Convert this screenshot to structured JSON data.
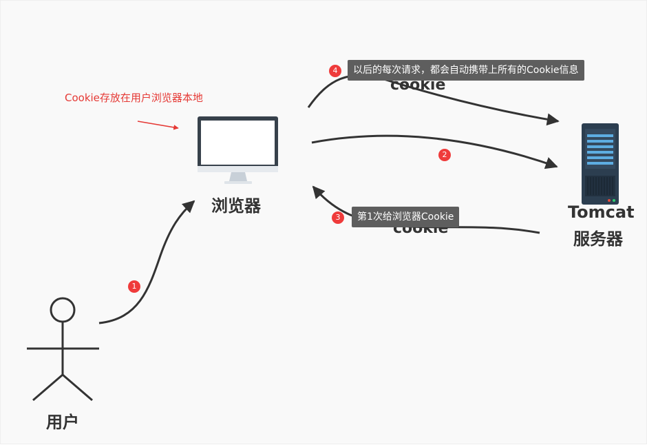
{
  "nodes": {
    "user": {
      "label": "用户"
    },
    "browser": {
      "label": "浏览器"
    },
    "server": {
      "line1": "Tomcat",
      "line2": "服务器"
    }
  },
  "notes": {
    "cookie_storage": "Cookie存放在用户浏览器本地"
  },
  "steps": [
    {
      "number": "1"
    },
    {
      "number": "2"
    },
    {
      "number": "3",
      "tooltip": "第1次给浏览器Cookie",
      "cookie_label": "cookie"
    },
    {
      "number": "4",
      "tooltip": "以后的每次请求，都会自动携带上所有的Cookie信息",
      "cookie_label": "cookie"
    }
  ],
  "colors": {
    "arrow": "#333333",
    "badge": "#ef3b3b",
    "note": "#e53935",
    "tooltip_bg": "#5e5e5e"
  }
}
